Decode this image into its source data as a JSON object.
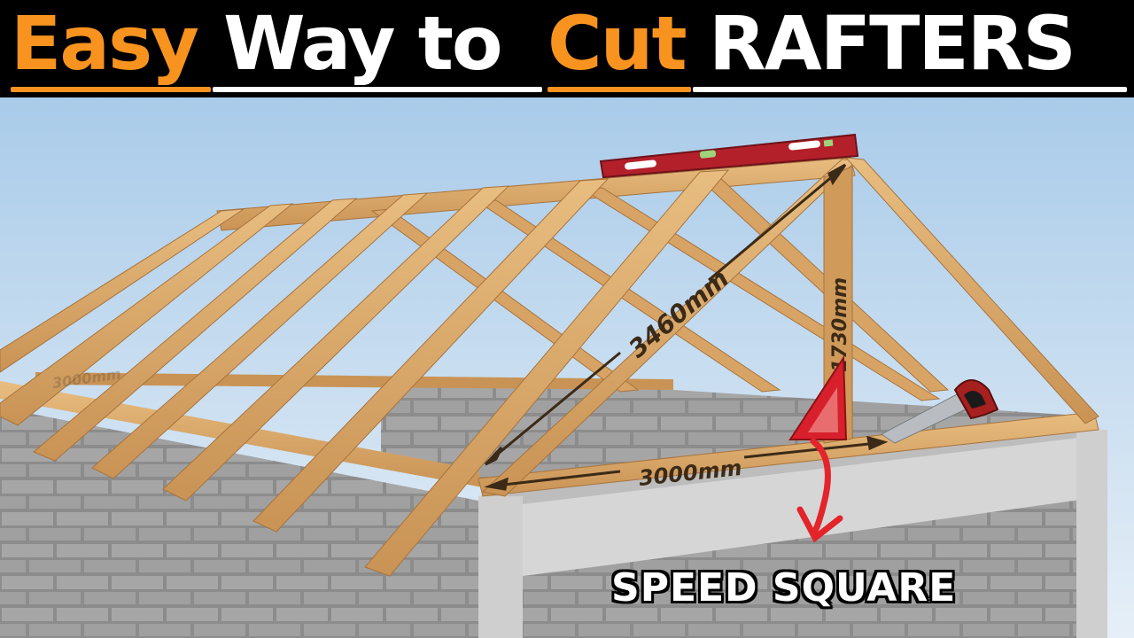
{
  "title": {
    "word1": "Easy",
    "word2": "Way to",
    "word3": "Cut",
    "word4": "RAFTERS"
  },
  "labels": {
    "rafter_length": "3460mm",
    "rise": "1730mm",
    "run": "3000mm",
    "side_faint": "3000mm",
    "tool_callout": "SPEED SQUARE"
  },
  "colors": {
    "accent_orange": "#f7931e",
    "title_white": "#ffffff",
    "title_bg": "#000000",
    "wood": "#d9a86a",
    "level_red": "#b3202a"
  },
  "icons": [
    "speed-square-icon",
    "hand-saw-icon",
    "spirit-level-icon",
    "curved-arrow-icon"
  ]
}
